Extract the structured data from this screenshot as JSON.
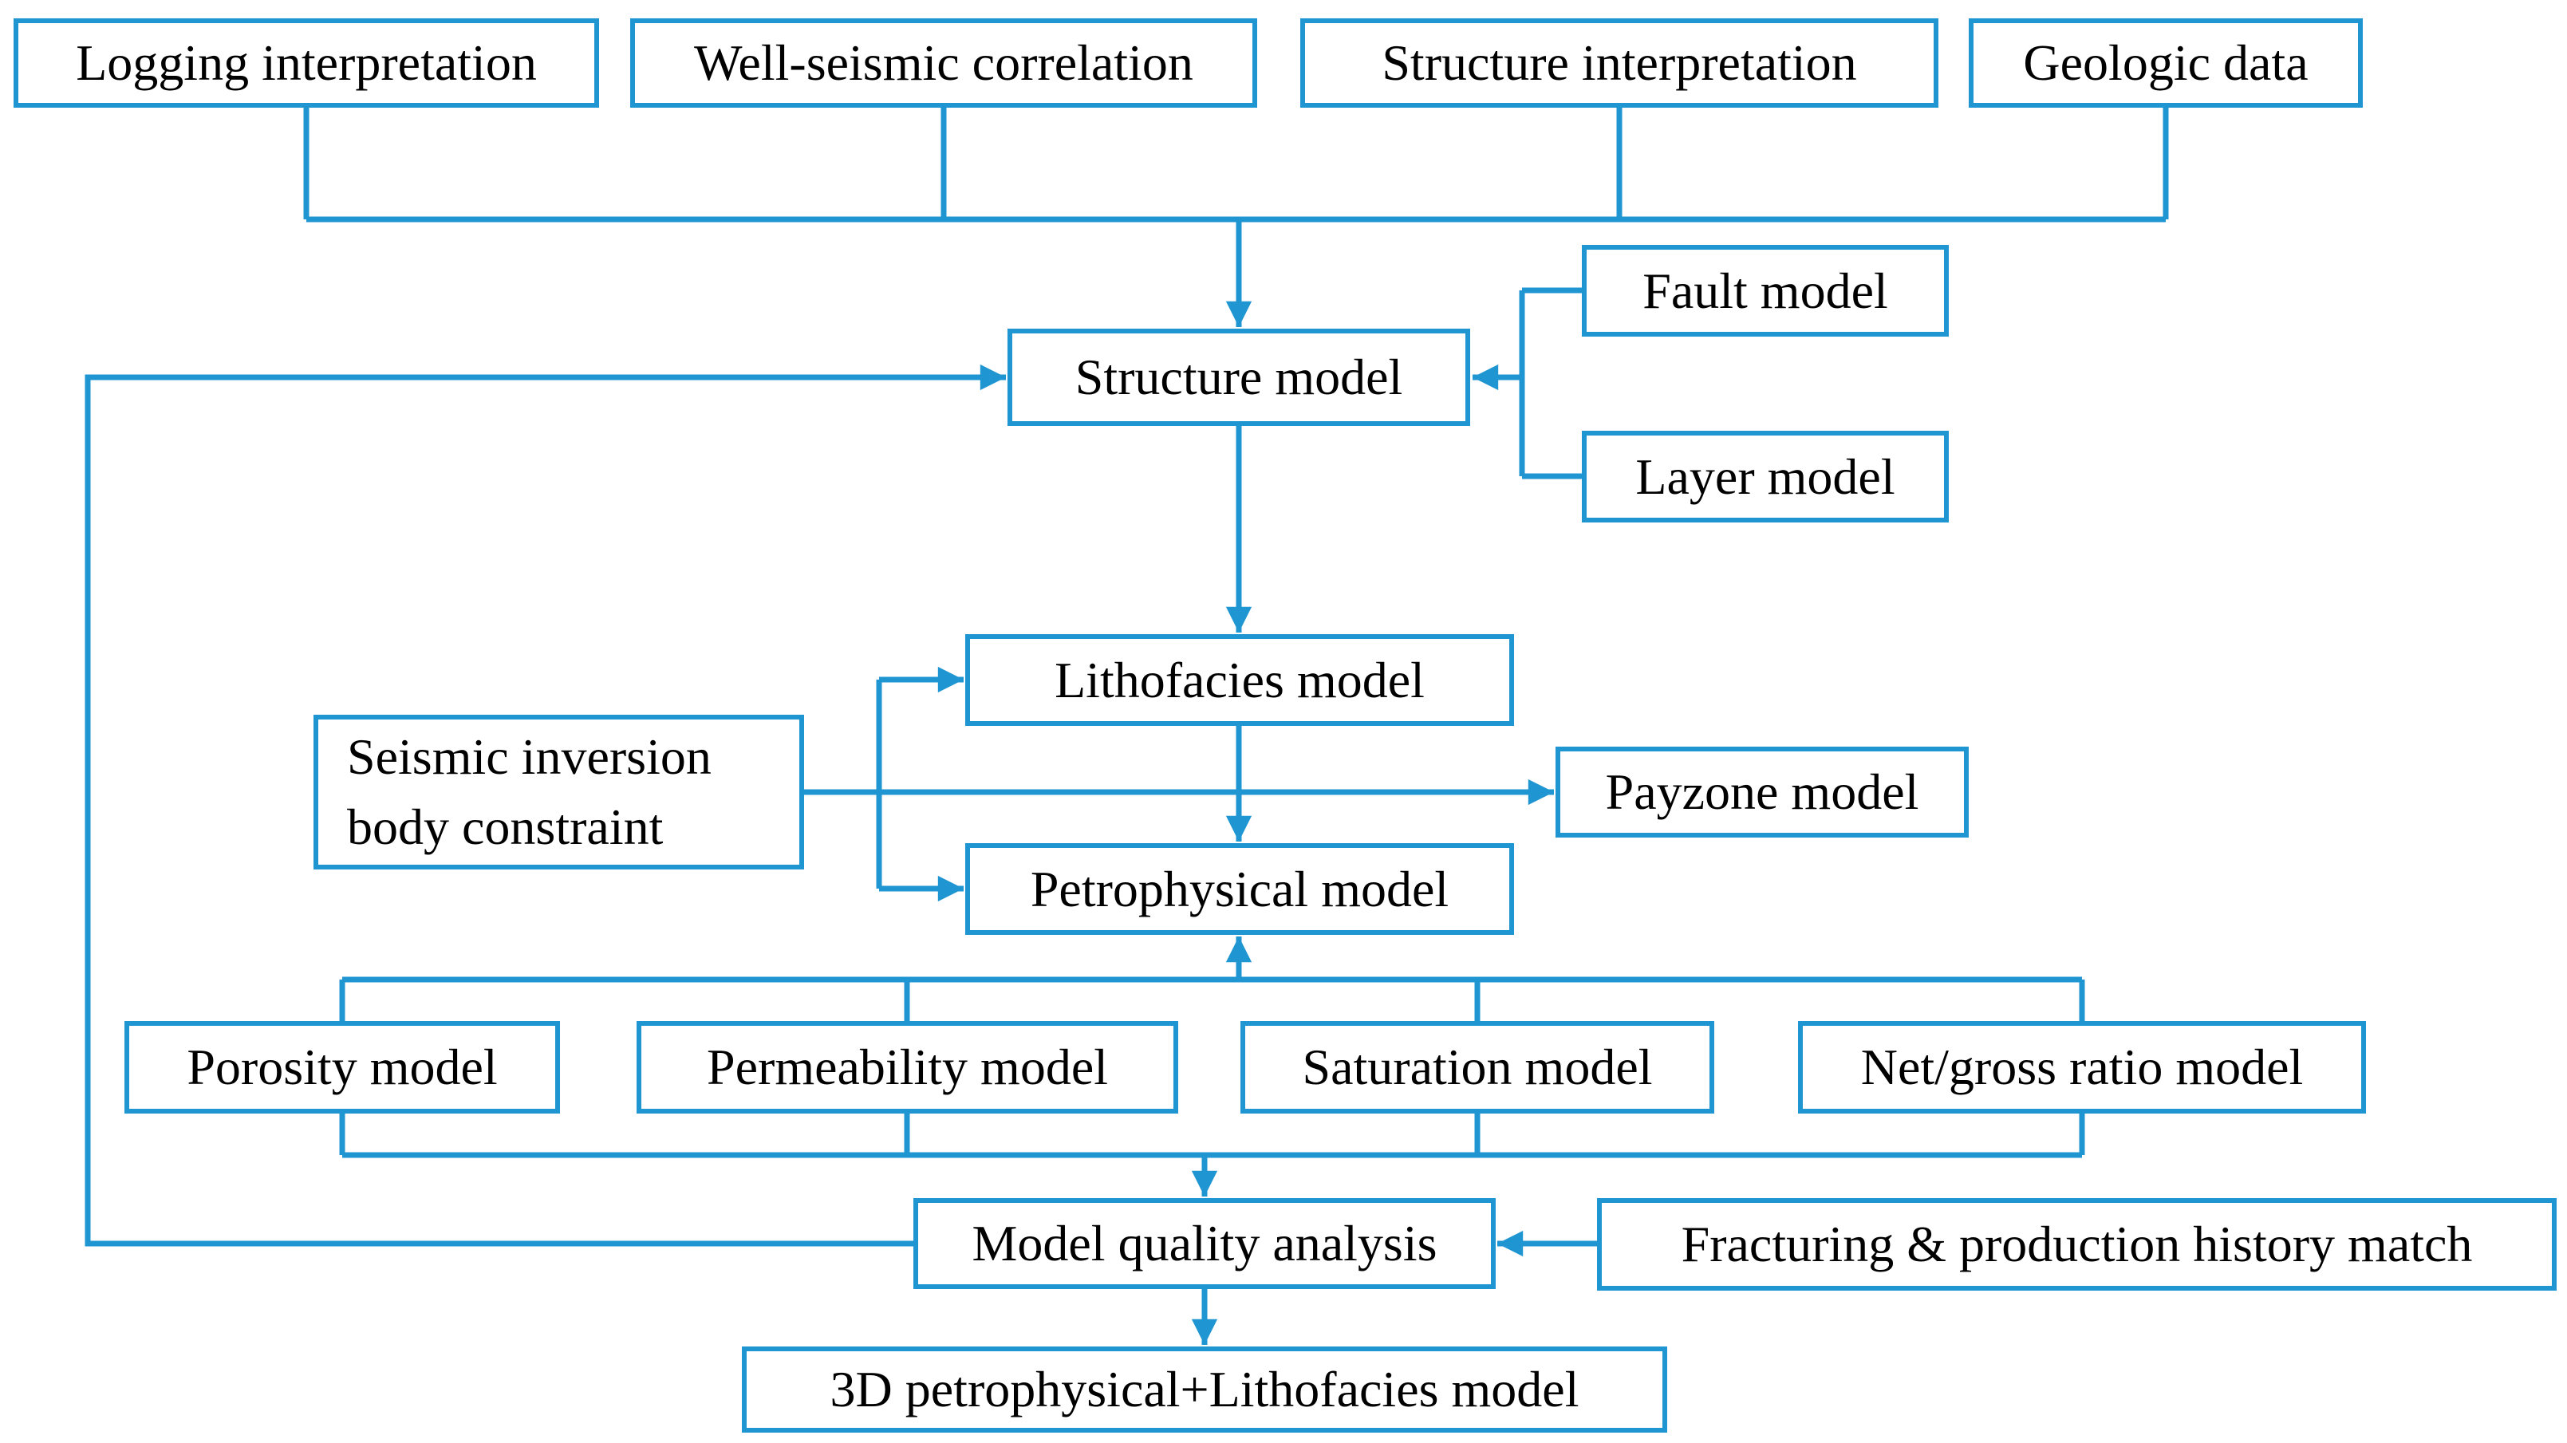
{
  "colors": {
    "accent": "#1F96D1",
    "text": "#000000",
    "background": "#FFFFFF"
  },
  "nodes": {
    "logging": {
      "label": "Logging interpretation"
    },
    "well_seismic": {
      "label": "Well-seismic correlation"
    },
    "structure_interp": {
      "label": "Structure interpretation"
    },
    "geologic_data": {
      "label": "Geologic data"
    },
    "structure_model": {
      "label": "Structure model"
    },
    "fault_model": {
      "label": "Fault model"
    },
    "layer_model": {
      "label": "Layer model"
    },
    "lithofacies_model": {
      "label": "Lithofacies model"
    },
    "seismic_inversion": {
      "label": "Seismic inversion\nbody constraint"
    },
    "payzone_model": {
      "label": "Payzone model"
    },
    "petrophysical_model": {
      "label": "Petrophysical model"
    },
    "porosity_model": {
      "label": "Porosity model"
    },
    "permeability_model": {
      "label": "Permeability model"
    },
    "saturation_model": {
      "label": "Saturation model"
    },
    "net_gross_model": {
      "label": "Net/gross ratio model"
    },
    "model_quality": {
      "label": "Model quality analysis"
    },
    "fracturing_match": {
      "label": "Fracturing & production history match"
    },
    "final_model": {
      "label": "3D petrophysical+Lithofacies model"
    }
  }
}
